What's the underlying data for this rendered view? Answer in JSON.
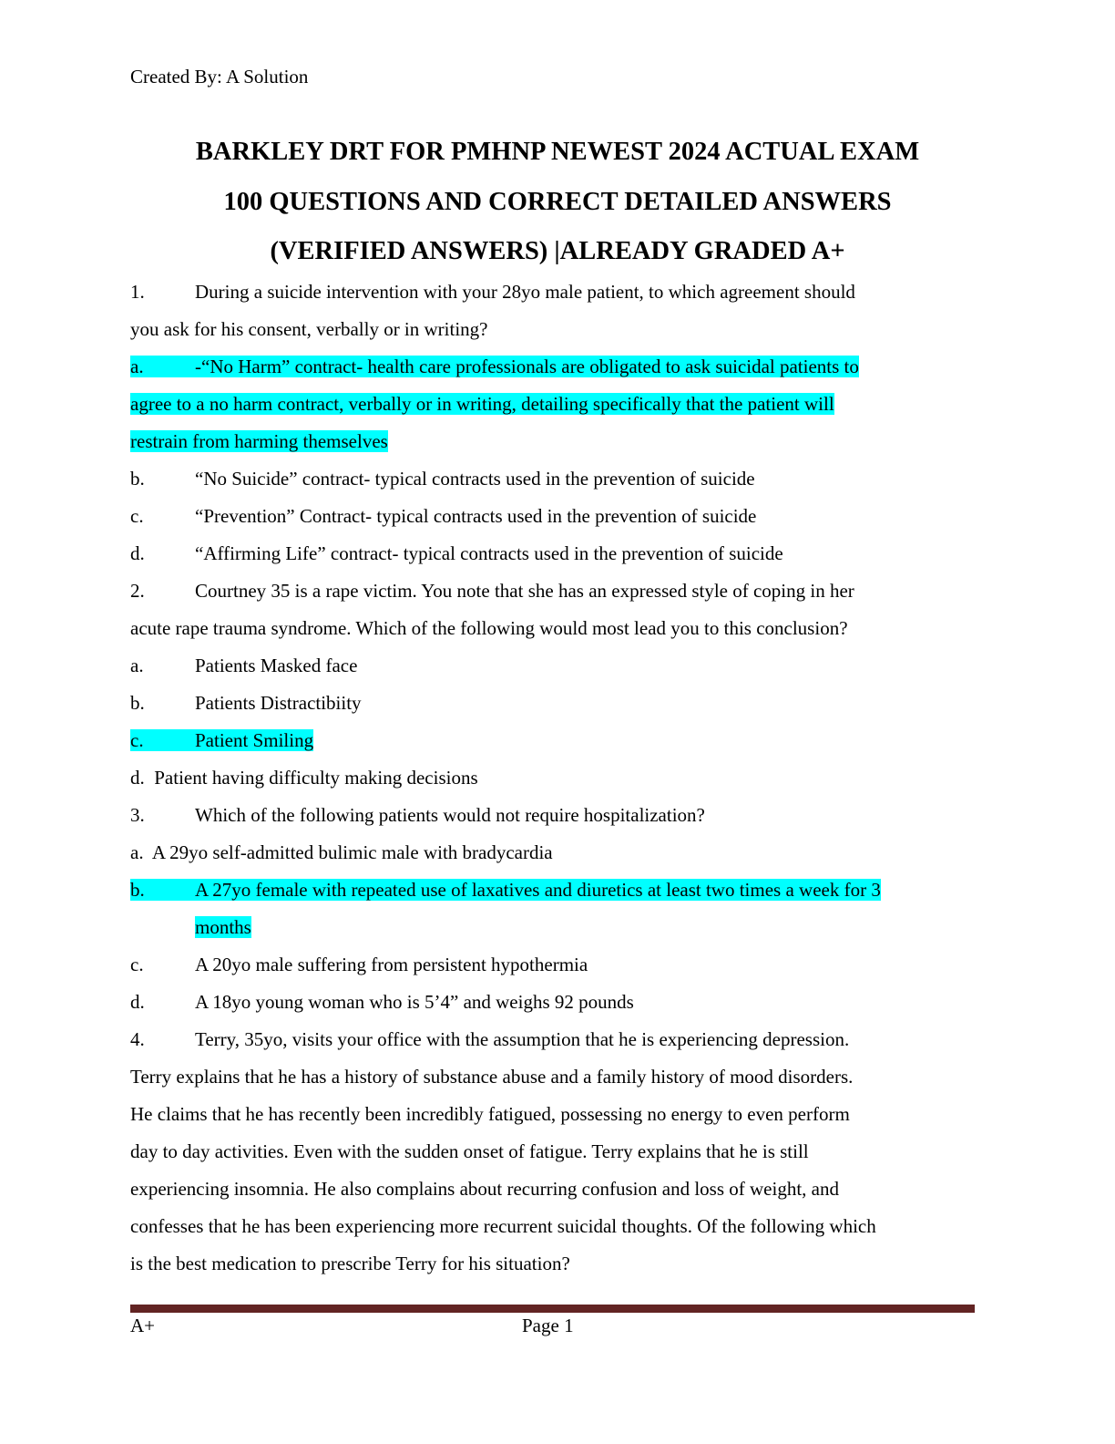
{
  "header": {
    "created_by": "Created By: A Solution"
  },
  "title": {
    "lines": [
      "BARKLEY DRT FOR PMHNP NEWEST 2024 ACTUAL EXAM",
      "100 QUESTIONS AND CORRECT DETAILED ANSWERS",
      "(VERIFIED ANSWERS) |ALREADY GRADED A+"
    ]
  },
  "highlight_color": "#00ffff",
  "footer_bar_color": "#622423",
  "questions": [
    {
      "number": "1.",
      "text_line1": "During a suicide intervention with your 28yo male patient, to which agreement should",
      "text_line2": "you ask for his consent, verbally or in writing?",
      "options": [
        {
          "letter": "a.",
          "line1": "-“No Harm” contract- health care professionals are obligated to ask suicidal patients to ",
          "line2": "agree to a no harm contract, verbally or in writing, detailing specifically that the patient will ",
          "line3": "restrain from harming themselves",
          "correct": true
        },
        {
          "letter": "b.",
          "text": "“No Suicide” contract- typical contracts used in the prevention of suicide"
        },
        {
          "letter": "c.",
          "text": "“Prevention” Contract- typical contracts used in the prevention of suicide"
        },
        {
          "letter": "d.",
          "text": "“Affirming Life” contract- typical contracts used in the prevention of suicide"
        }
      ]
    },
    {
      "number": "2.",
      "text_line1": "Courtney 35 is a rape victim. You note that she has an expressed style of coping in her",
      "text_line2": "acute rape trauma syndrome. Which of the following would most lead you to this conclusion?",
      "options": [
        {
          "letter": "a.",
          "text": "Patients Masked face"
        },
        {
          "letter": "b.",
          "text": "Patients Distractibiity"
        },
        {
          "letter": "c.",
          "text": "Patient Smiling",
          "correct": true
        },
        {
          "letter": "d.",
          "text": "Patient having difficulty making decisions"
        }
      ]
    },
    {
      "number": "3.",
      "text_line1": "Which of the following patients would not require hospitalization?",
      "options": [
        {
          "letter": "a.",
          "text": "A 29yo self-admitted bulimic male with bradycardia"
        },
        {
          "letter": "b.",
          "line1": "A 27yo female with repeated use of laxatives and diuretics at least two times a week for 3",
          "line2": "months",
          "correct": true
        },
        {
          "letter": "c.",
          "text": "A 20yo male suffering from persistent hypothermia"
        },
        {
          "letter": "d.",
          "text": "A 18yo young woman who is 5’4” and weighs 92 pounds"
        }
      ]
    },
    {
      "number": "4.",
      "text_lines": [
        "Terry, 35yo, visits your office with the assumption that he is experiencing depression.",
        "Terry explains that he has a history of substance abuse and a family history of mood disorders.",
        "He claims that he has recently been incredibly fatigued, possessing no energy to even perform",
        "day to day activities. Even with the sudden onset of fatigue. Terry explains that he is still",
        "experiencing insomnia. He also complains about recurring confusion and loss of weight, and",
        "confesses that he has been experiencing more recurrent suicidal thoughts. Of the following which",
        "is the best medication to prescribe Terry for his situation?"
      ]
    }
  ],
  "footer": {
    "left": "A+",
    "page": "Page 1"
  }
}
